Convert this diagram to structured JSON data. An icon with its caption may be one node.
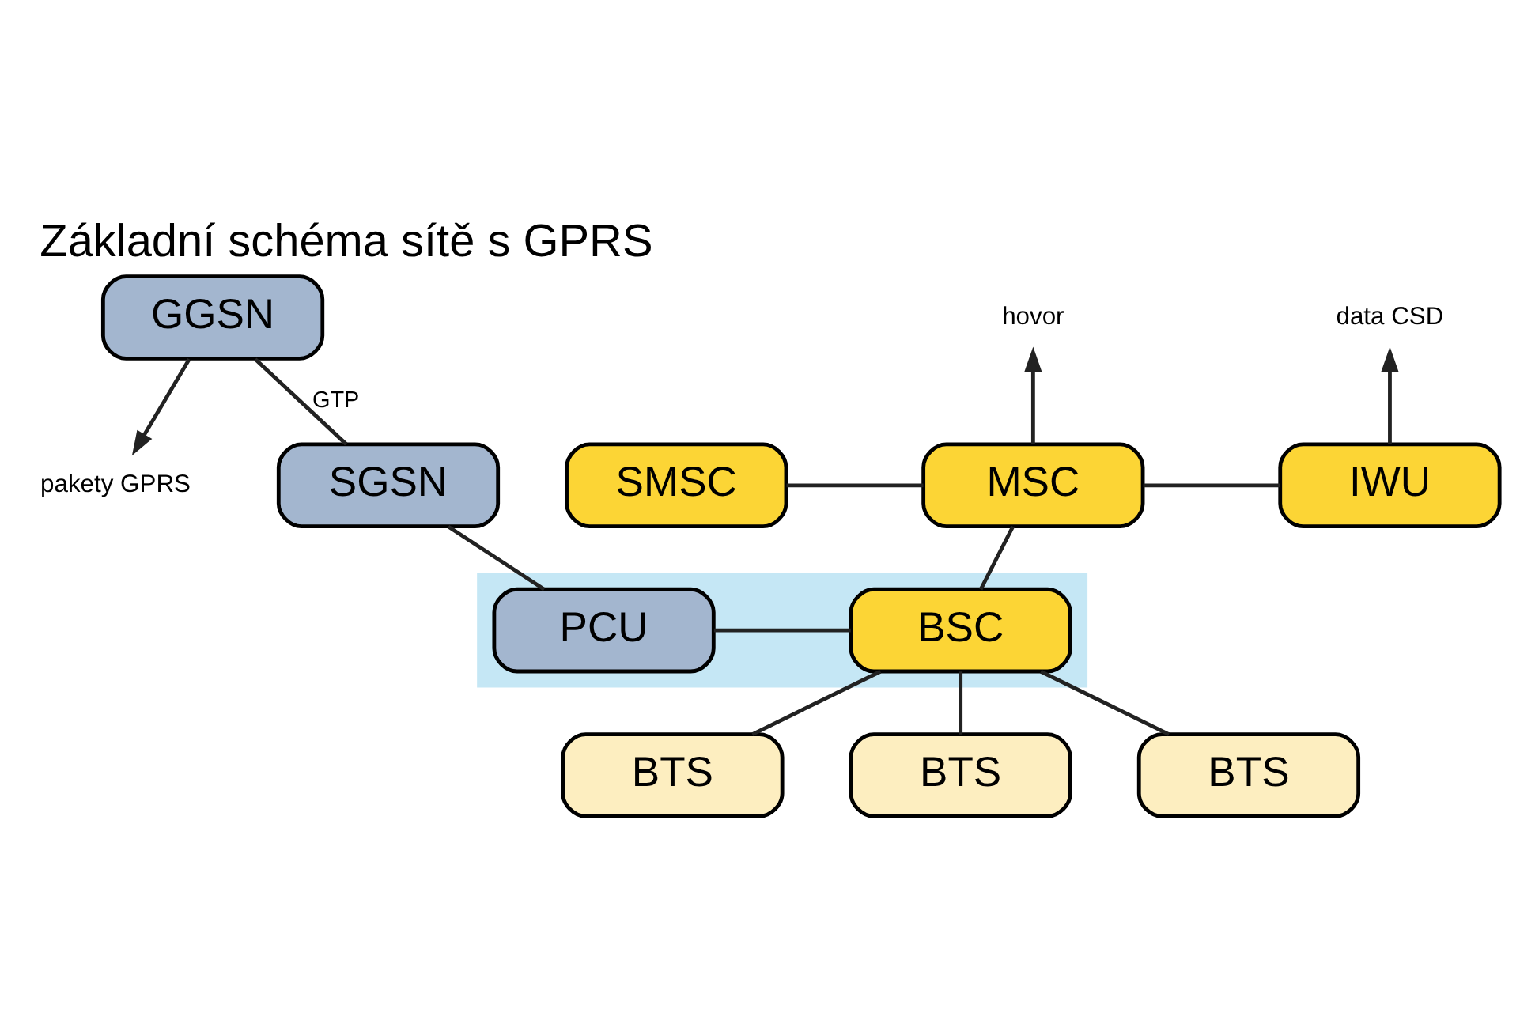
{
  "diagram": {
    "title": "Základní schéma sítě s GPRS",
    "nodes": [
      {
        "text": [
          "pakety GPRS"
        ]
      },
      {
        "text": [
          "hovor"
        ]
      },
      {
        "text": [
          "data CSD"
        ]
      },
      {
        "text": [
          "GGSN"
        ]
      },
      {
        "text": [
          "SMSC"
        ]
      },
      {
        "text": [
          "MSC"
        ]
      },
      {
        "text": [
          "IWU"
        ]
      },
      {
        "text": [
          "SGSN"
        ]
      },
      {
        "text": [],
        "shape": "band"
      },
      {
        "text": [
          "BSC"
        ],
        "in": 8
      },
      {
        "text": [
          "PCU"
        ],
        "in": 8
      },
      {
        "text": [
          "BTS"
        ]
      },
      {
        "text": [
          "BTS"
        ]
      },
      {
        "text": [
          "BTS"
        ]
      }
    ],
    "edges": [
      {
        "from": 3,
        "to": 0,
        "arrow": "to"
      },
      {
        "from": 5,
        "to": 1,
        "arrow": "to"
      },
      {
        "from": 6,
        "to": 2,
        "arrow": "to"
      },
      {
        "from": 4,
        "to": 5,
        "arrow": "none"
      },
      {
        "from": 5,
        "to": 6,
        "arrow": "none"
      },
      {
        "from": 3,
        "to": 7,
        "arrow": "none",
        "label": "GTP"
      },
      {
        "from": 5,
        "to": 9,
        "arrow": "none"
      },
      {
        "from": 7,
        "to": 10,
        "arrow": "none"
      },
      {
        "from": 9,
        "to": 10,
        "arrow": "none"
      },
      {
        "from": 9,
        "to": 11,
        "arrow": "none"
      },
      {
        "from": 9,
        "to": 12,
        "arrow": "none"
      },
      {
        "from": 9,
        "to": 13,
        "arrow": "none"
      }
    ]
  }
}
